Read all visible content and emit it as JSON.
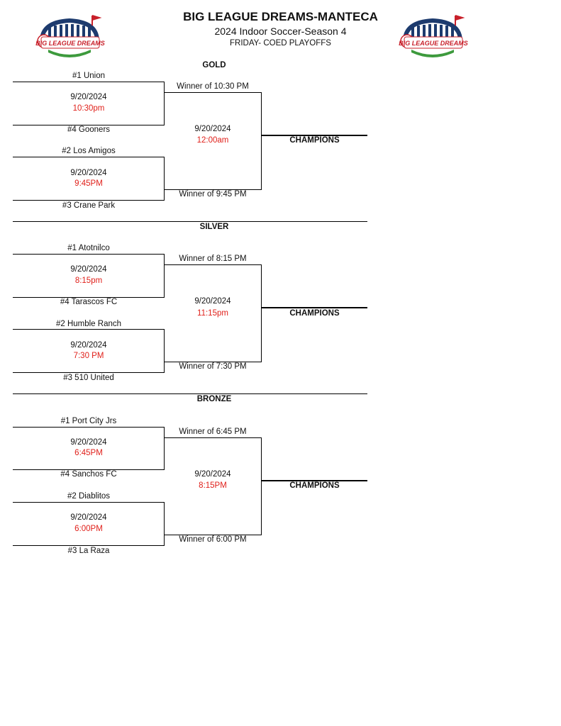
{
  "header": {
    "title": "BIG LEAGUE DREAMS-MANTECA",
    "subtitle": "2024 Indoor Soccer-Season 4",
    "subtitle2": "FRIDAY- COED PLAYOFFS",
    "logo_text": "BIG LEAGUE DREAMS"
  },
  "colors": {
    "time": "#e0201a",
    "logo_navy": "#1d3b6e",
    "logo_red": "#c8202a",
    "logo_green": "#3d9a3d"
  },
  "divisions": [
    {
      "name": "GOLD",
      "team1": "#1 Union",
      "date1": "9/20/2024",
      "time1": "10:30pm",
      "team4": "#4 Gooners",
      "team2": "#2 Los Amigos",
      "date2": "9/20/2024",
      "time2": "9:45PM",
      "team3": "#3 Crane Park",
      "winner_top": "Winner of 10:30 PM",
      "winner_bottom": "Winner of 9:45 PM",
      "final_date": "9/20/2024",
      "final_time": "12:00am",
      "champions": "CHAMPIONS"
    },
    {
      "name": "SILVER",
      "team1": "#1 Atotnilco",
      "date1": "9/20/2024",
      "time1": "8:15pm",
      "team4": "#4 Tarascos FC",
      "team2": "#2 Humble Ranch",
      "date2": "9/20/2024",
      "time2": "7:30 PM",
      "team3": "#3 510 United",
      "winner_top": "Winner of 8:15 PM",
      "winner_bottom": "Winner of 7:30 PM",
      "final_date": "9/20/2024",
      "final_time": "11:15pm",
      "champions": "CHAMPIONS"
    },
    {
      "name": "BRONZE",
      "team1": "#1 Port City Jrs",
      "date1": "9/20/2024",
      "time1": "6:45PM",
      "team4": "#4 Sanchos FC",
      "team2": "#2 Diablitos",
      "date2": "9/20/2024",
      "time2": "6:00PM",
      "team3": "#3 La Raza",
      "winner_top": "Winner of 6:45 PM",
      "winner_bottom": "Winner of 6:00 PM",
      "final_date": "9/20/2024",
      "final_time": "8:15PM",
      "champions": "CHAMPIONS"
    }
  ]
}
